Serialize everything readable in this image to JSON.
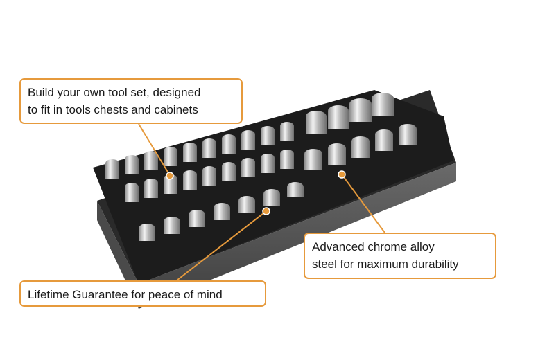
{
  "callouts": {
    "tool_set": {
      "line1": "Build your own tool set, designed",
      "line2": "to fit in tools chests and cabinets"
    },
    "chrome": {
      "line1": "Advanced chrome alloy",
      "line2": "steel for maximum durability"
    },
    "guarantee": {
      "line1": "Lifetime Guarantee for peace of mind"
    }
  },
  "colors": {
    "accent": "#e69a3c",
    "foam": "#1c1c1c",
    "foam_edge": "#5a5a5a",
    "chrome": "#c9c9c9"
  }
}
